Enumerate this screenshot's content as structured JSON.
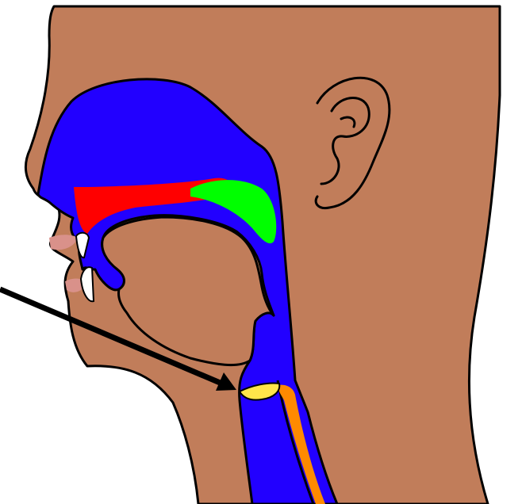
{
  "diagram": {
    "colors": {
      "background": "#ffffff",
      "skin": "#c17d5a",
      "skin_light": "#d18c6a",
      "lip": "#d9918a",
      "airway": "#2200ff",
      "hard_palate": "#ff0000",
      "soft_palate": "#00ff00",
      "epiglottis": "#ffe54a",
      "esophagus": "#ff8a00",
      "teeth": "#ffffff",
      "outline": "#000000",
      "pointer": "#000000"
    },
    "regions": [
      {
        "name": "head-and-neck",
        "color_key": "skin"
      },
      {
        "name": "nasal-and-oral-airway",
        "color_key": "airway"
      },
      {
        "name": "hard-palate",
        "color_key": "hard_palate"
      },
      {
        "name": "soft-palate",
        "color_key": "soft_palate"
      },
      {
        "name": "tongue",
        "color_key": "skin"
      },
      {
        "name": "upper-tooth",
        "color_key": "teeth"
      },
      {
        "name": "lower-tooth",
        "color_key": "teeth"
      },
      {
        "name": "epiglottis",
        "color_key": "epiglottis"
      },
      {
        "name": "esophagus",
        "color_key": "esophagus"
      },
      {
        "name": "ear",
        "color_key": "skin"
      }
    ],
    "pointer": {
      "description_target": "epiglottis",
      "style": "arrow"
    }
  }
}
